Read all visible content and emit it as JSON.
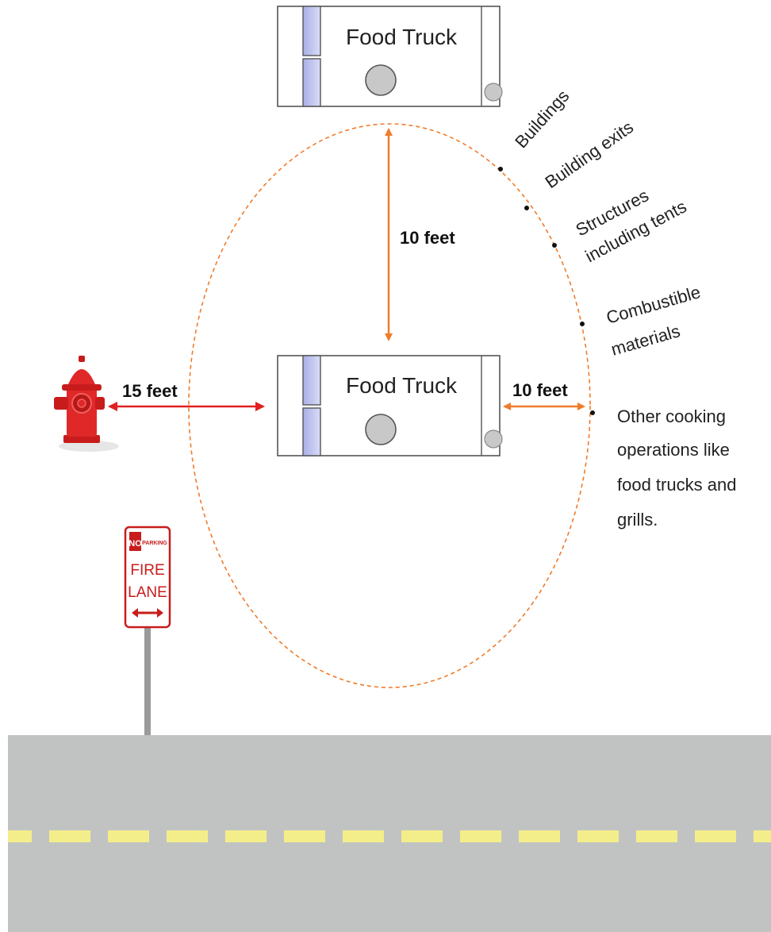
{
  "trucks": {
    "top": {
      "label": "Food Truck"
    },
    "middle": {
      "label": "Food Truck"
    }
  },
  "distances": {
    "vertical": "10 feet",
    "hydrant": "15 feet",
    "right": "10 feet"
  },
  "clearance_items": [
    {
      "lines": [
        "Buildings"
      ]
    },
    {
      "lines": [
        "Building exits"
      ]
    },
    {
      "lines": [
        "Structures",
        "including tents"
      ]
    },
    {
      "lines": [
        "Combustible",
        "materials"
      ]
    },
    {
      "lines": [
        "Other cooking",
        "operations like",
        "food trucks and",
        "grills."
      ]
    }
  ],
  "sign": {
    "no": "NO",
    "parking": "PARKING",
    "fire": "FIRE",
    "lane": "LANE"
  },
  "icons": {
    "hydrant": "fire-hydrant-icon",
    "sign": "fire-lane-sign-icon"
  },
  "colors": {
    "orange": "#f07c2a",
    "red": "#e02020",
    "window": "#c4c9ee",
    "road": "#c1c3c3",
    "lane_marking": "#f4ee8a"
  }
}
